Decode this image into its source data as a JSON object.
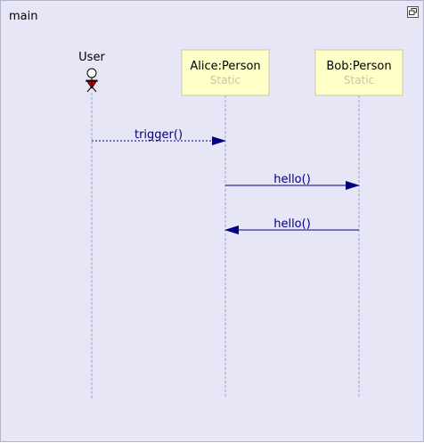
{
  "frame": {
    "title": "main"
  },
  "icons": {
    "restore": "restore-window-icon",
    "actor": "stick-figure-icon"
  },
  "colors": {
    "background": "#e6e6f6",
    "lifeline_box": "#ffffc8",
    "message": "#000080",
    "actor_body": "#d40000"
  },
  "diagram": {
    "actor": {
      "label": "User"
    },
    "participants": [
      {
        "name": "Alice:Person",
        "stereotype": "Static"
      },
      {
        "name": "Bob:Person",
        "stereotype": "Static"
      }
    ],
    "messages": [
      {
        "label": "trigger()",
        "from": "User",
        "to": "Alice:Person",
        "style": "dashed"
      },
      {
        "label": "hello()",
        "from": "Alice:Person",
        "to": "Bob:Person",
        "style": "solid"
      },
      {
        "label": "hello()",
        "from": "Bob:Person",
        "to": "Alice:Person",
        "style": "solid"
      }
    ]
  }
}
